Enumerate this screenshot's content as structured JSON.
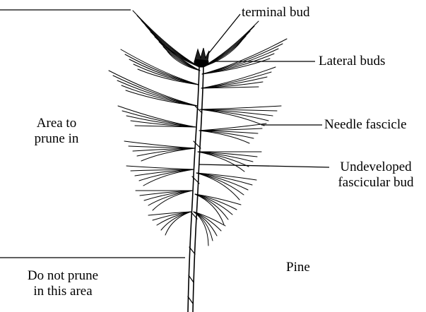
{
  "labels": {
    "terminal_bud": "terminal bud",
    "lateral_buds": "Lateral buds",
    "needle_fascicle": "Needle fascicle",
    "undeveloped_line1": "Undeveloped",
    "undeveloped_line2": "fascicular bud",
    "area_line1": "Area to",
    "area_line2": "prune in",
    "donot_line1": "Do not prune",
    "donot_line2": "in this area",
    "pine": "Pine"
  },
  "colors": {
    "ink": "#000000",
    "background": "#ffffff"
  }
}
